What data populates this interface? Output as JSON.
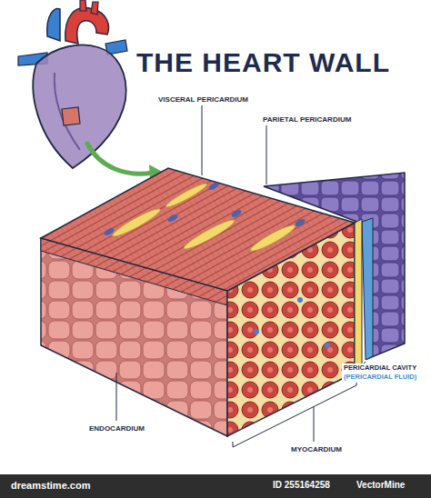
{
  "diagram": {
    "title": "THE HEART WALL",
    "labels": [
      "VISCERAL PERICARDIUM",
      "PARIETAL PERICARDIUM",
      "PERICARDIAL CAVITY",
      "(PERICARDIAL FLUID)",
      "ENDOCARDIUM",
      "MYOCARDIUM",
      "dreamstime.com",
      "ID 255164258",
      "VectorMine"
    ]
  }
}
